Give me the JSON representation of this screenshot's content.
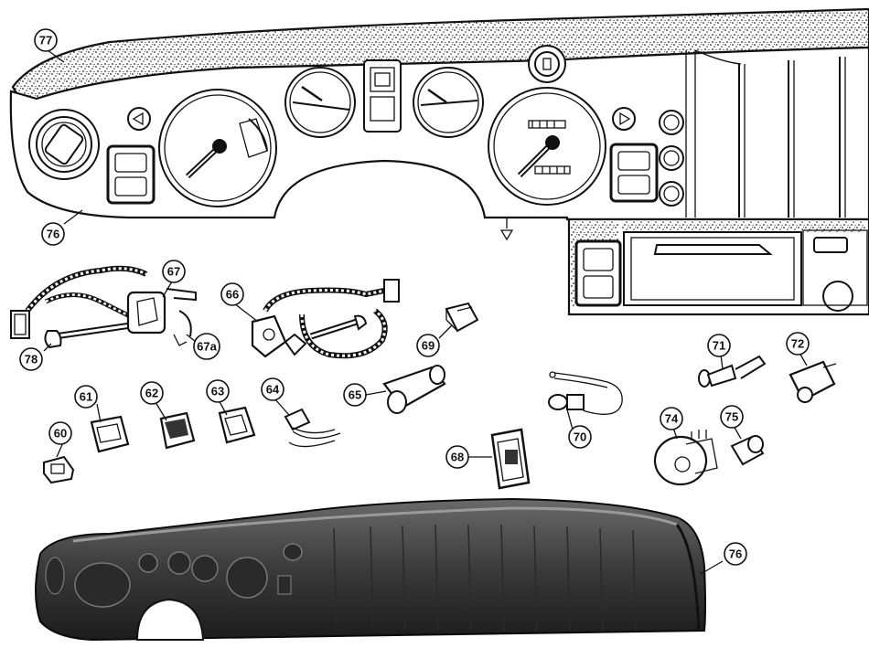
{
  "figure": {
    "callouts": [
      {
        "id": "c77",
        "label": "77"
      },
      {
        "id": "c76a",
        "label": "76"
      },
      {
        "id": "c67",
        "label": "67"
      },
      {
        "id": "c66",
        "label": "66"
      },
      {
        "id": "c67a",
        "label": "67a"
      },
      {
        "id": "c78",
        "label": "78"
      },
      {
        "id": "c69",
        "label": "69"
      },
      {
        "id": "c61",
        "label": "61"
      },
      {
        "id": "c62",
        "label": "62"
      },
      {
        "id": "c63",
        "label": "63"
      },
      {
        "id": "c64",
        "label": "64"
      },
      {
        "id": "c65",
        "label": "65"
      },
      {
        "id": "c60",
        "label": "60"
      },
      {
        "id": "c71",
        "label": "71"
      },
      {
        "id": "c72",
        "label": "72"
      },
      {
        "id": "c70",
        "label": "70"
      },
      {
        "id": "c68",
        "label": "68"
      },
      {
        "id": "c74",
        "label": "74"
      },
      {
        "id": "c75",
        "label": "75"
      },
      {
        "id": "c76b",
        "label": "76"
      }
    ]
  }
}
